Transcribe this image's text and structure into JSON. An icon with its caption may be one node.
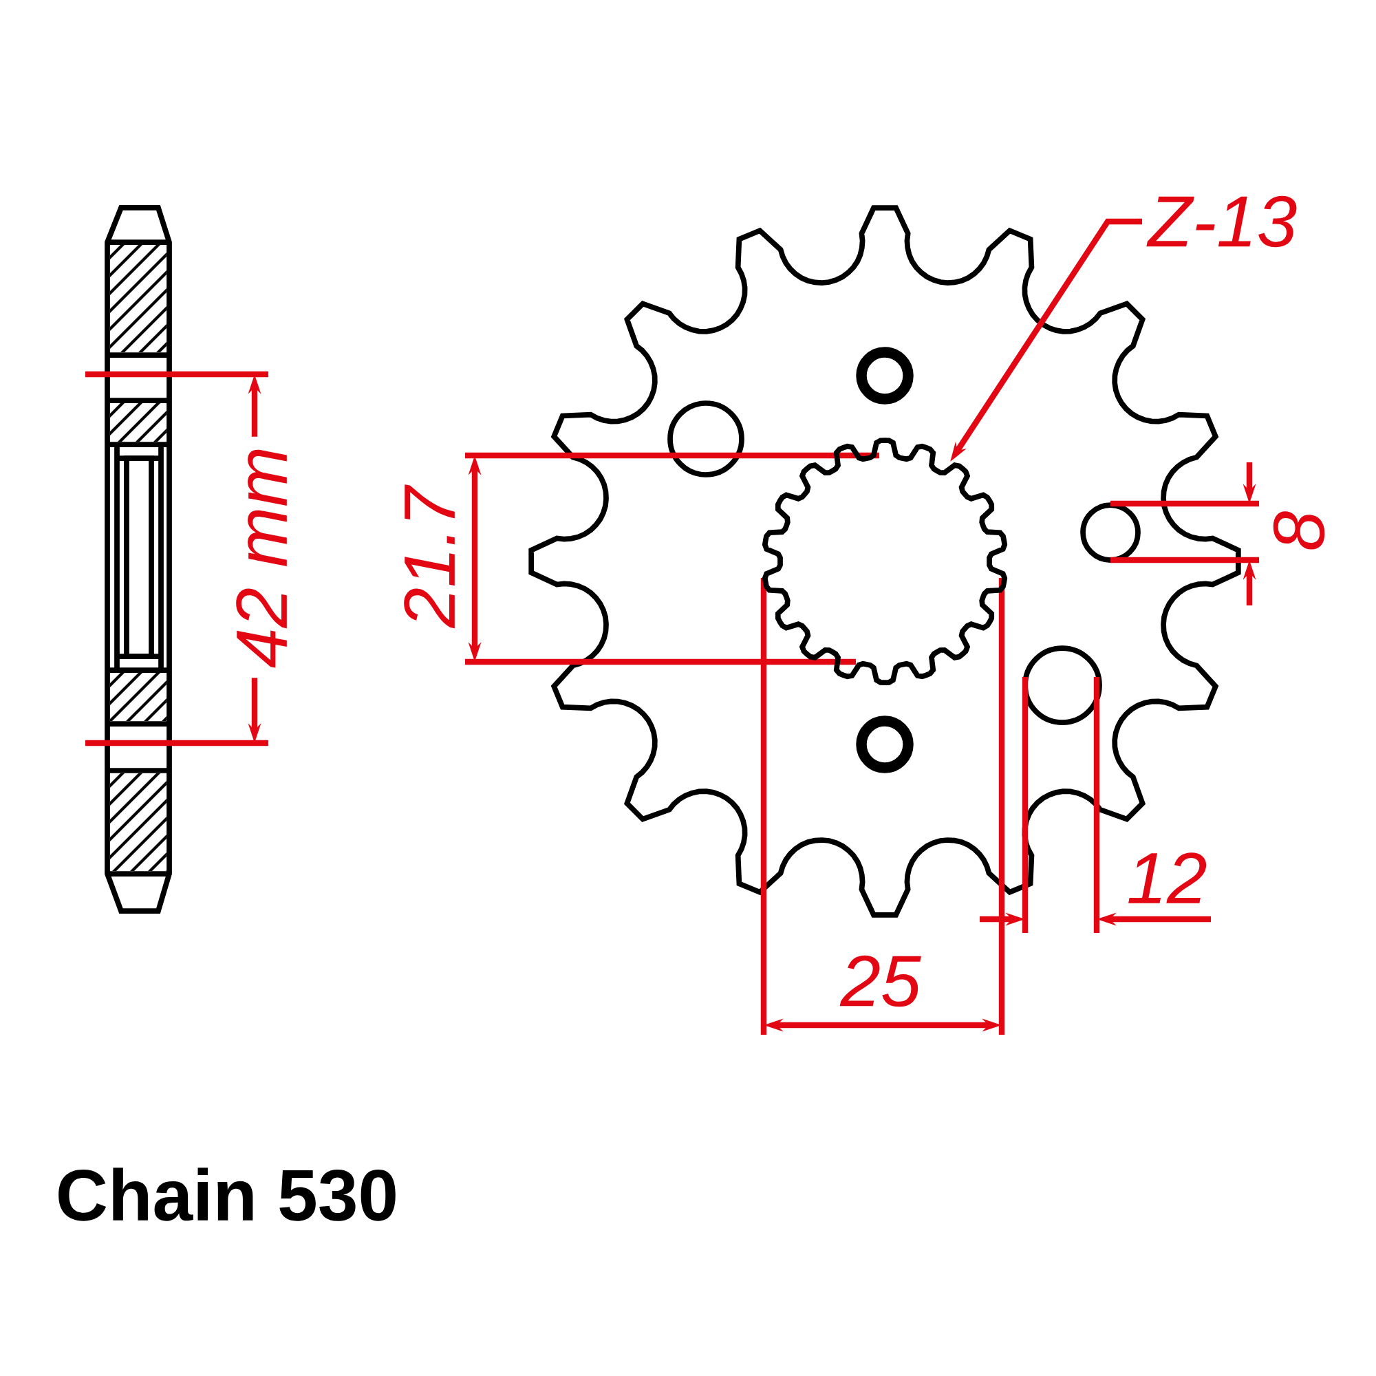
{
  "diagram": {
    "nodes": [
      {
        "text": [
          "Z-13"
        ]
      },
      {
        "text": [],
        "shape": "picture"
      }
    ],
    "edges": [
      {
        "from": 0,
        "to": 1,
        "arrow": "to"
      }
    ],
    "labels": [
      "42 mm",
      "21.7",
      "8",
      "25",
      "12",
      "Chain 530"
    ]
  }
}
